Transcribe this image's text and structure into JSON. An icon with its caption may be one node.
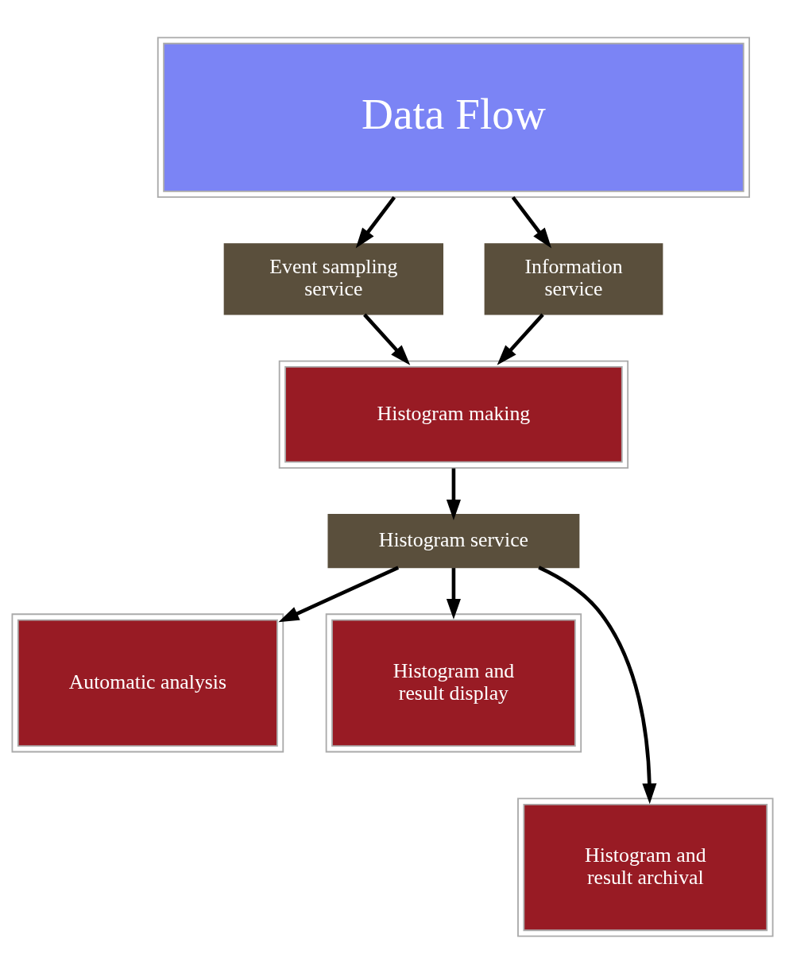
{
  "diagram": {
    "nodes": [
      {
        "text": [
          "Data Flow"
        ]
      },
      {
        "text": [
          "Event sampling service"
        ]
      },
      {
        "text": [
          "Information service"
        ]
      },
      {
        "text": [
          "Histogram making"
        ]
      },
      {
        "text": [
          "Histogram service"
        ]
      },
      {
        "text": [
          "Automatic analysis"
        ]
      },
      {
        "text": [
          "Histogram and result display"
        ]
      },
      {
        "text": [
          "Histogram and result archival"
        ]
      }
    ],
    "edges": [
      {
        "from": 0,
        "to": 1,
        "arrow": "to"
      },
      {
        "from": 0,
        "to": 2,
        "arrow": "to"
      },
      {
        "from": 1,
        "to": 3,
        "arrow": "to"
      },
      {
        "from": 2,
        "to": 3,
        "arrow": "to"
      },
      {
        "from": 3,
        "to": 4,
        "arrow": "to"
      },
      {
        "from": 4,
        "to": 5,
        "arrow": "to"
      },
      {
        "from": 4,
        "to": 7,
        "arrow": "to"
      },
      {
        "from": 4,
        "to": 6,
        "arrow": "to"
      }
    ]
  }
}
